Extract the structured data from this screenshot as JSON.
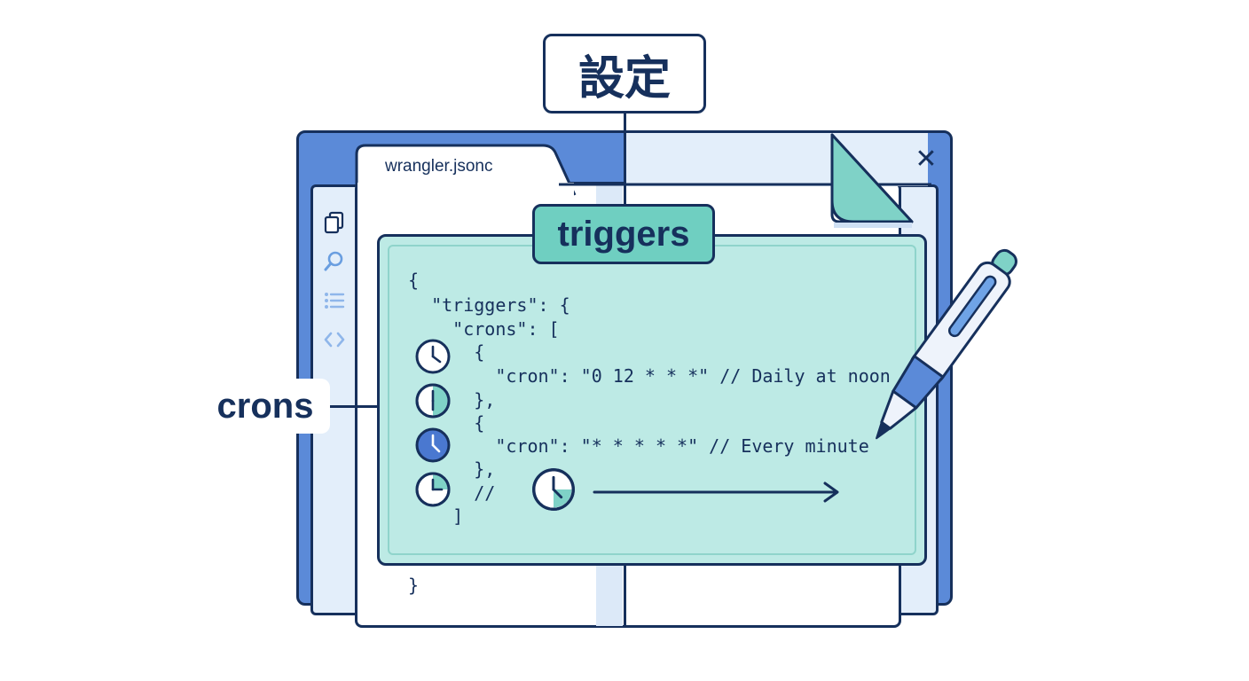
{
  "callouts": {
    "settings": "設定",
    "triggers": "triggers",
    "crons": "crons"
  },
  "editor": {
    "tab_filename": "wrangler.jsonc",
    "close_glyph": "✕",
    "activity_icons": [
      "files-icon",
      "search-icon",
      "list-icon",
      "code-icon"
    ]
  },
  "code": {
    "lines": [
      "{",
      "  \"triggers\": {",
      "    \"crons\": [",
      "      {",
      "        \"cron\": \"0 12 * * *\" // Daily at noon",
      "      },",
      "      {",
      "        \"cron\": \"* * * * *\" // Every minute",
      "      },",
      "      //",
      "    ]",
      "}"
    ]
  },
  "colors": {
    "outline": "#16305c",
    "window_blue": "#5b8ad8",
    "pale_blue": "#e3eefa",
    "code_bg": "#bdeae5",
    "accent_teal": "#6fcfc1"
  }
}
